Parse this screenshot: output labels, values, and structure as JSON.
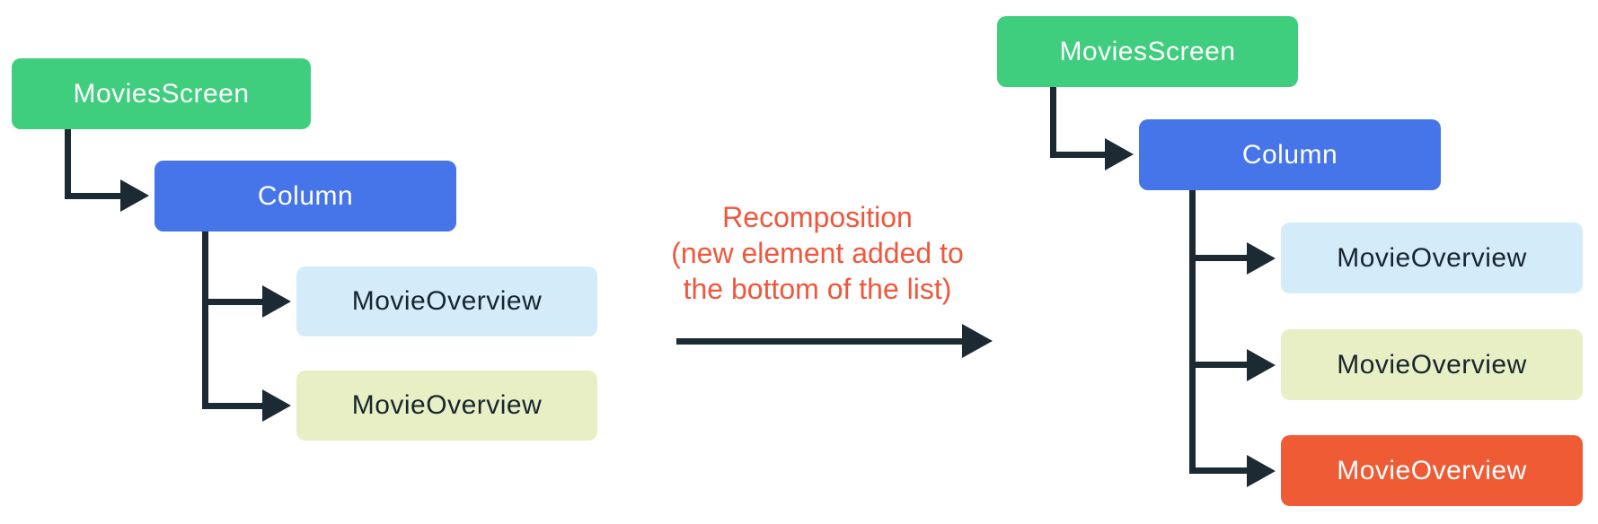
{
  "colors": {
    "background": "#FFFFFF",
    "connector": "#1C2B33",
    "annotation": "#F0573C"
  },
  "node_styles": {
    "green": {
      "bg": "#3FCE7D",
      "fg": "#FFFFFF"
    },
    "blue": {
      "bg": "#4575E9",
      "fg": "#FFFFFF"
    },
    "light-blue": {
      "bg": "#D4EBFA",
      "fg": "#17262E"
    },
    "light-yellow": {
      "bg": "#E9EFC4",
      "fg": "#17262E"
    },
    "orange": {
      "bg": "#EF5B35",
      "fg": "#FFFFFF"
    }
  },
  "annotation": {
    "lines": [
      "Recomposition",
      "(new element added to",
      "the bottom of the list)"
    ]
  },
  "tree_before": {
    "name": "composition-before",
    "nodes": [
      {
        "label": "MoviesScreen",
        "variant": "green"
      },
      {
        "label": "Column",
        "variant": "blue"
      },
      {
        "label": "MovieOverview",
        "variant": "light-blue"
      },
      {
        "label": "MovieOverview",
        "variant": "light-yellow"
      }
    ]
  },
  "tree_after": {
    "name": "composition-after",
    "nodes": [
      {
        "label": "MoviesScreen",
        "variant": "green"
      },
      {
        "label": "Column",
        "variant": "blue"
      },
      {
        "label": "MovieOverview",
        "variant": "light-blue"
      },
      {
        "label": "MovieOverview",
        "variant": "light-yellow"
      },
      {
        "label": "MovieOverview",
        "variant": "orange",
        "note": "new element"
      }
    ]
  }
}
